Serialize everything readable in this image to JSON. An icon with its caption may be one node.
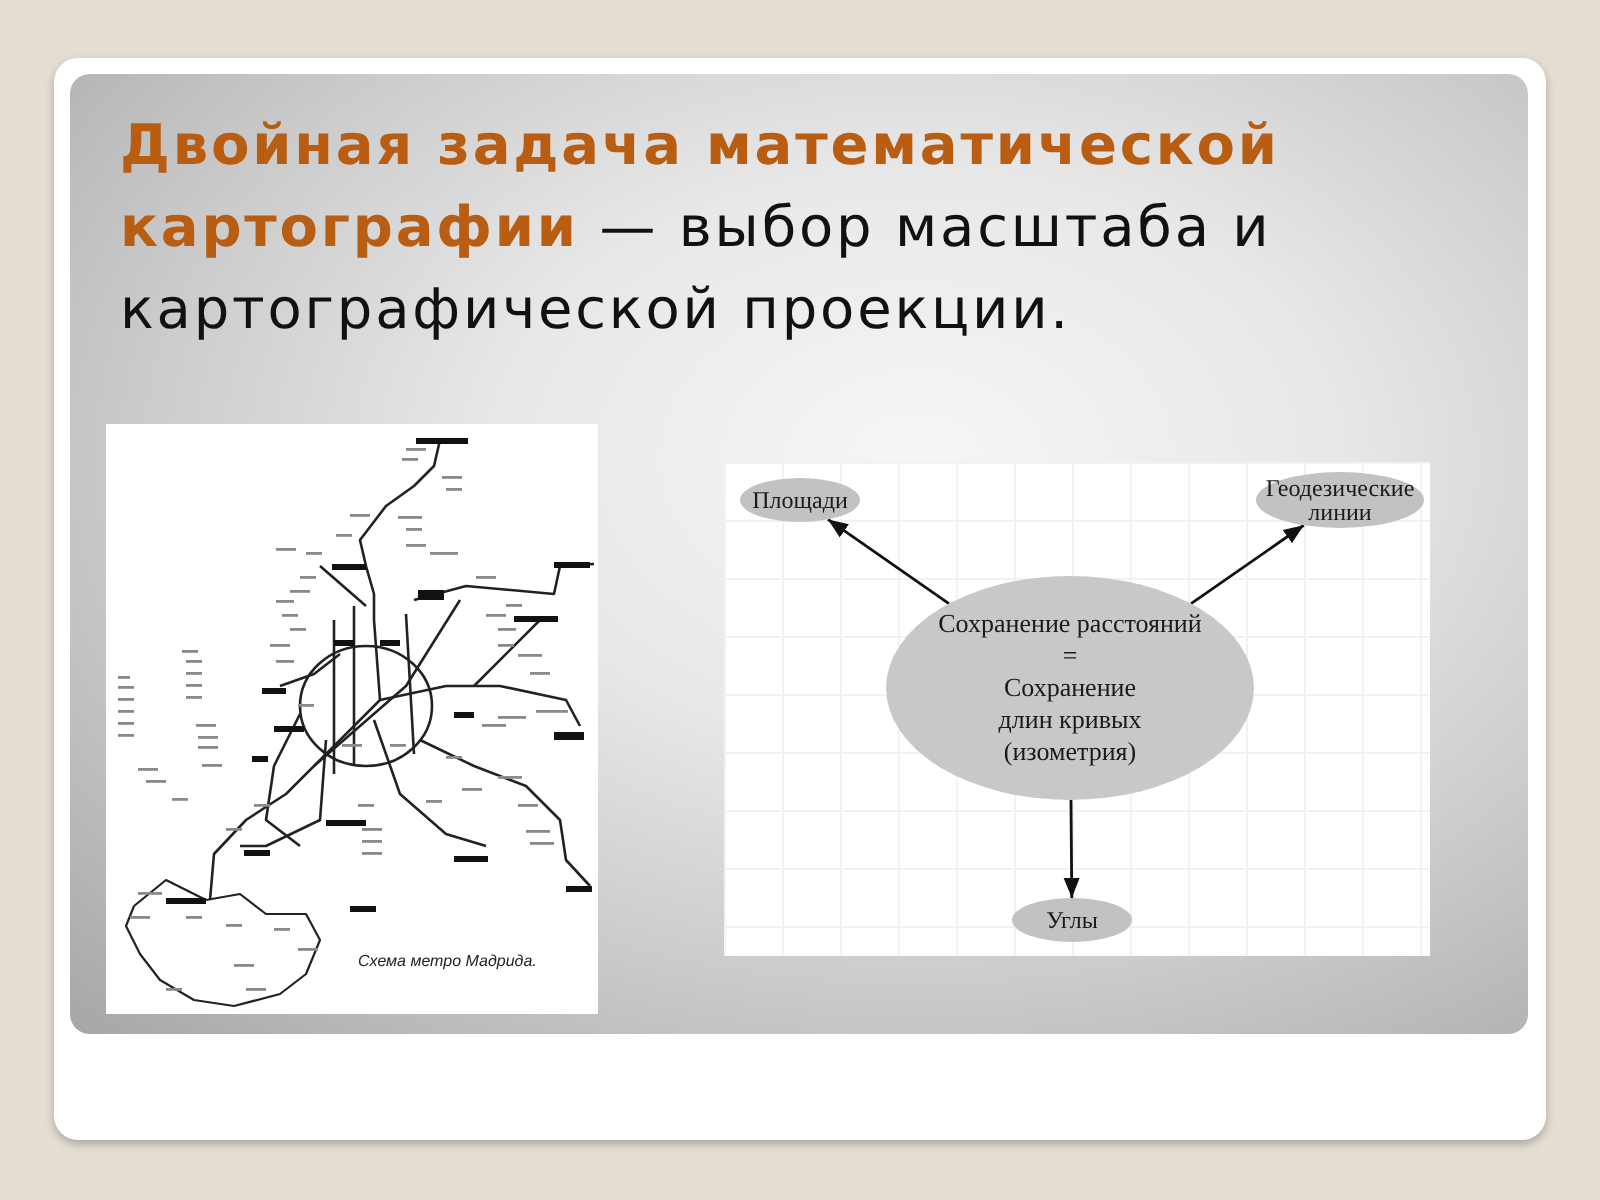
{
  "diagram": {
    "title": "**Двойная задача математической картографии** — выбор масштаба и картографической проекции.",
    "nodes": [
      {
        "text": [
          "Площади"
        ]
      },
      {
        "text": [
          "Геодезические линии"
        ]
      },
      {
        "text": [
          "Сохранение расстояний",
          "=",
          "Сохранение длин кривых (изометрия)"
        ]
      },
      {
        "text": [
          "Углы"
        ]
      }
    ],
    "edges": [
      {
        "from": 2,
        "to": 0,
        "arrow": "to"
      },
      {
        "from": 2,
        "to": 1,
        "arrow": "to"
      },
      {
        "from": 2,
        "to": 3,
        "arrow": "to"
      }
    ],
    "labels": [
      "Схема метро Мадрида."
    ]
  }
}
